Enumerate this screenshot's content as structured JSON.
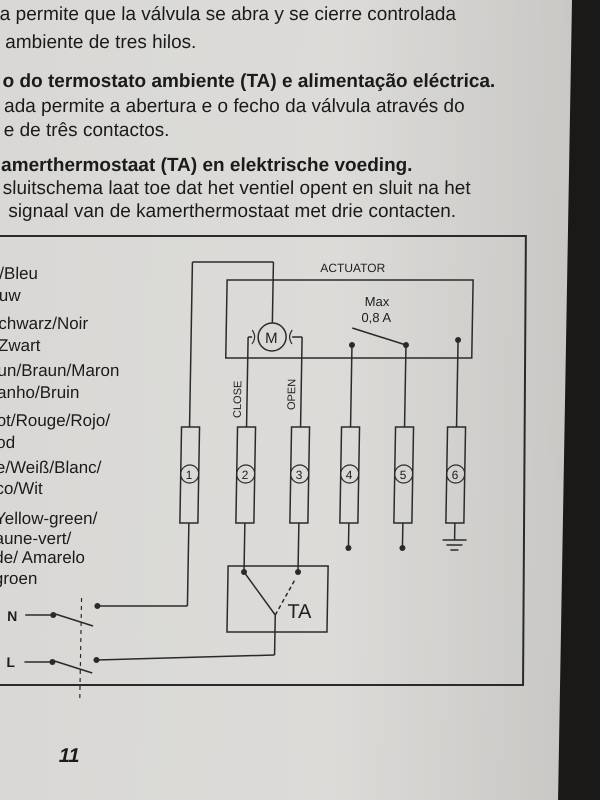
{
  "paragraphs": {
    "es_line1": "a permite que la válvula se abra y se cierre controlada",
    "es_line2": "ambiente de tres hilos.",
    "pt_heading": "o do termostato ambiente (TA) e alimentação eléctrica.",
    "pt_line1": "ada permite a abertura e o fecho da válvula através do",
    "pt_line2": "e de três contactos.",
    "nl_heading": "amerthermostaat (TA) en elektrische voeding.",
    "nl_line1": "sluitschema laat toe dat het ventiel opent en sluit na het",
    "nl_line2": "signaal van de kamerthermostaat met drie contacten."
  },
  "legend": [
    "/Bleu",
    "uw",
    "chwarz/Noir",
    "Zwart",
    "un/Braun/Maron",
    "anho/Bruin",
    "ot/Rouge/Rojo/",
    "od",
    "e/Weiß/Blanc/",
    "co/Wit",
    "Yellow-green/",
    "aune-vert/",
    "de/ Amarelo",
    "groen"
  ],
  "diagram": {
    "actuator_label": "ACTUATOR",
    "max_label": "Max",
    "current_label": "0,8 A",
    "motor_label": "M",
    "close_label": "CLOSE",
    "open_label": "OPEN",
    "thermostat_label": "TA",
    "neutral_label": "N",
    "line_label": "L",
    "terminals": [
      "1",
      "2",
      "3",
      "4",
      "5",
      "6"
    ]
  },
  "footer": {
    "page_number": "11"
  }
}
